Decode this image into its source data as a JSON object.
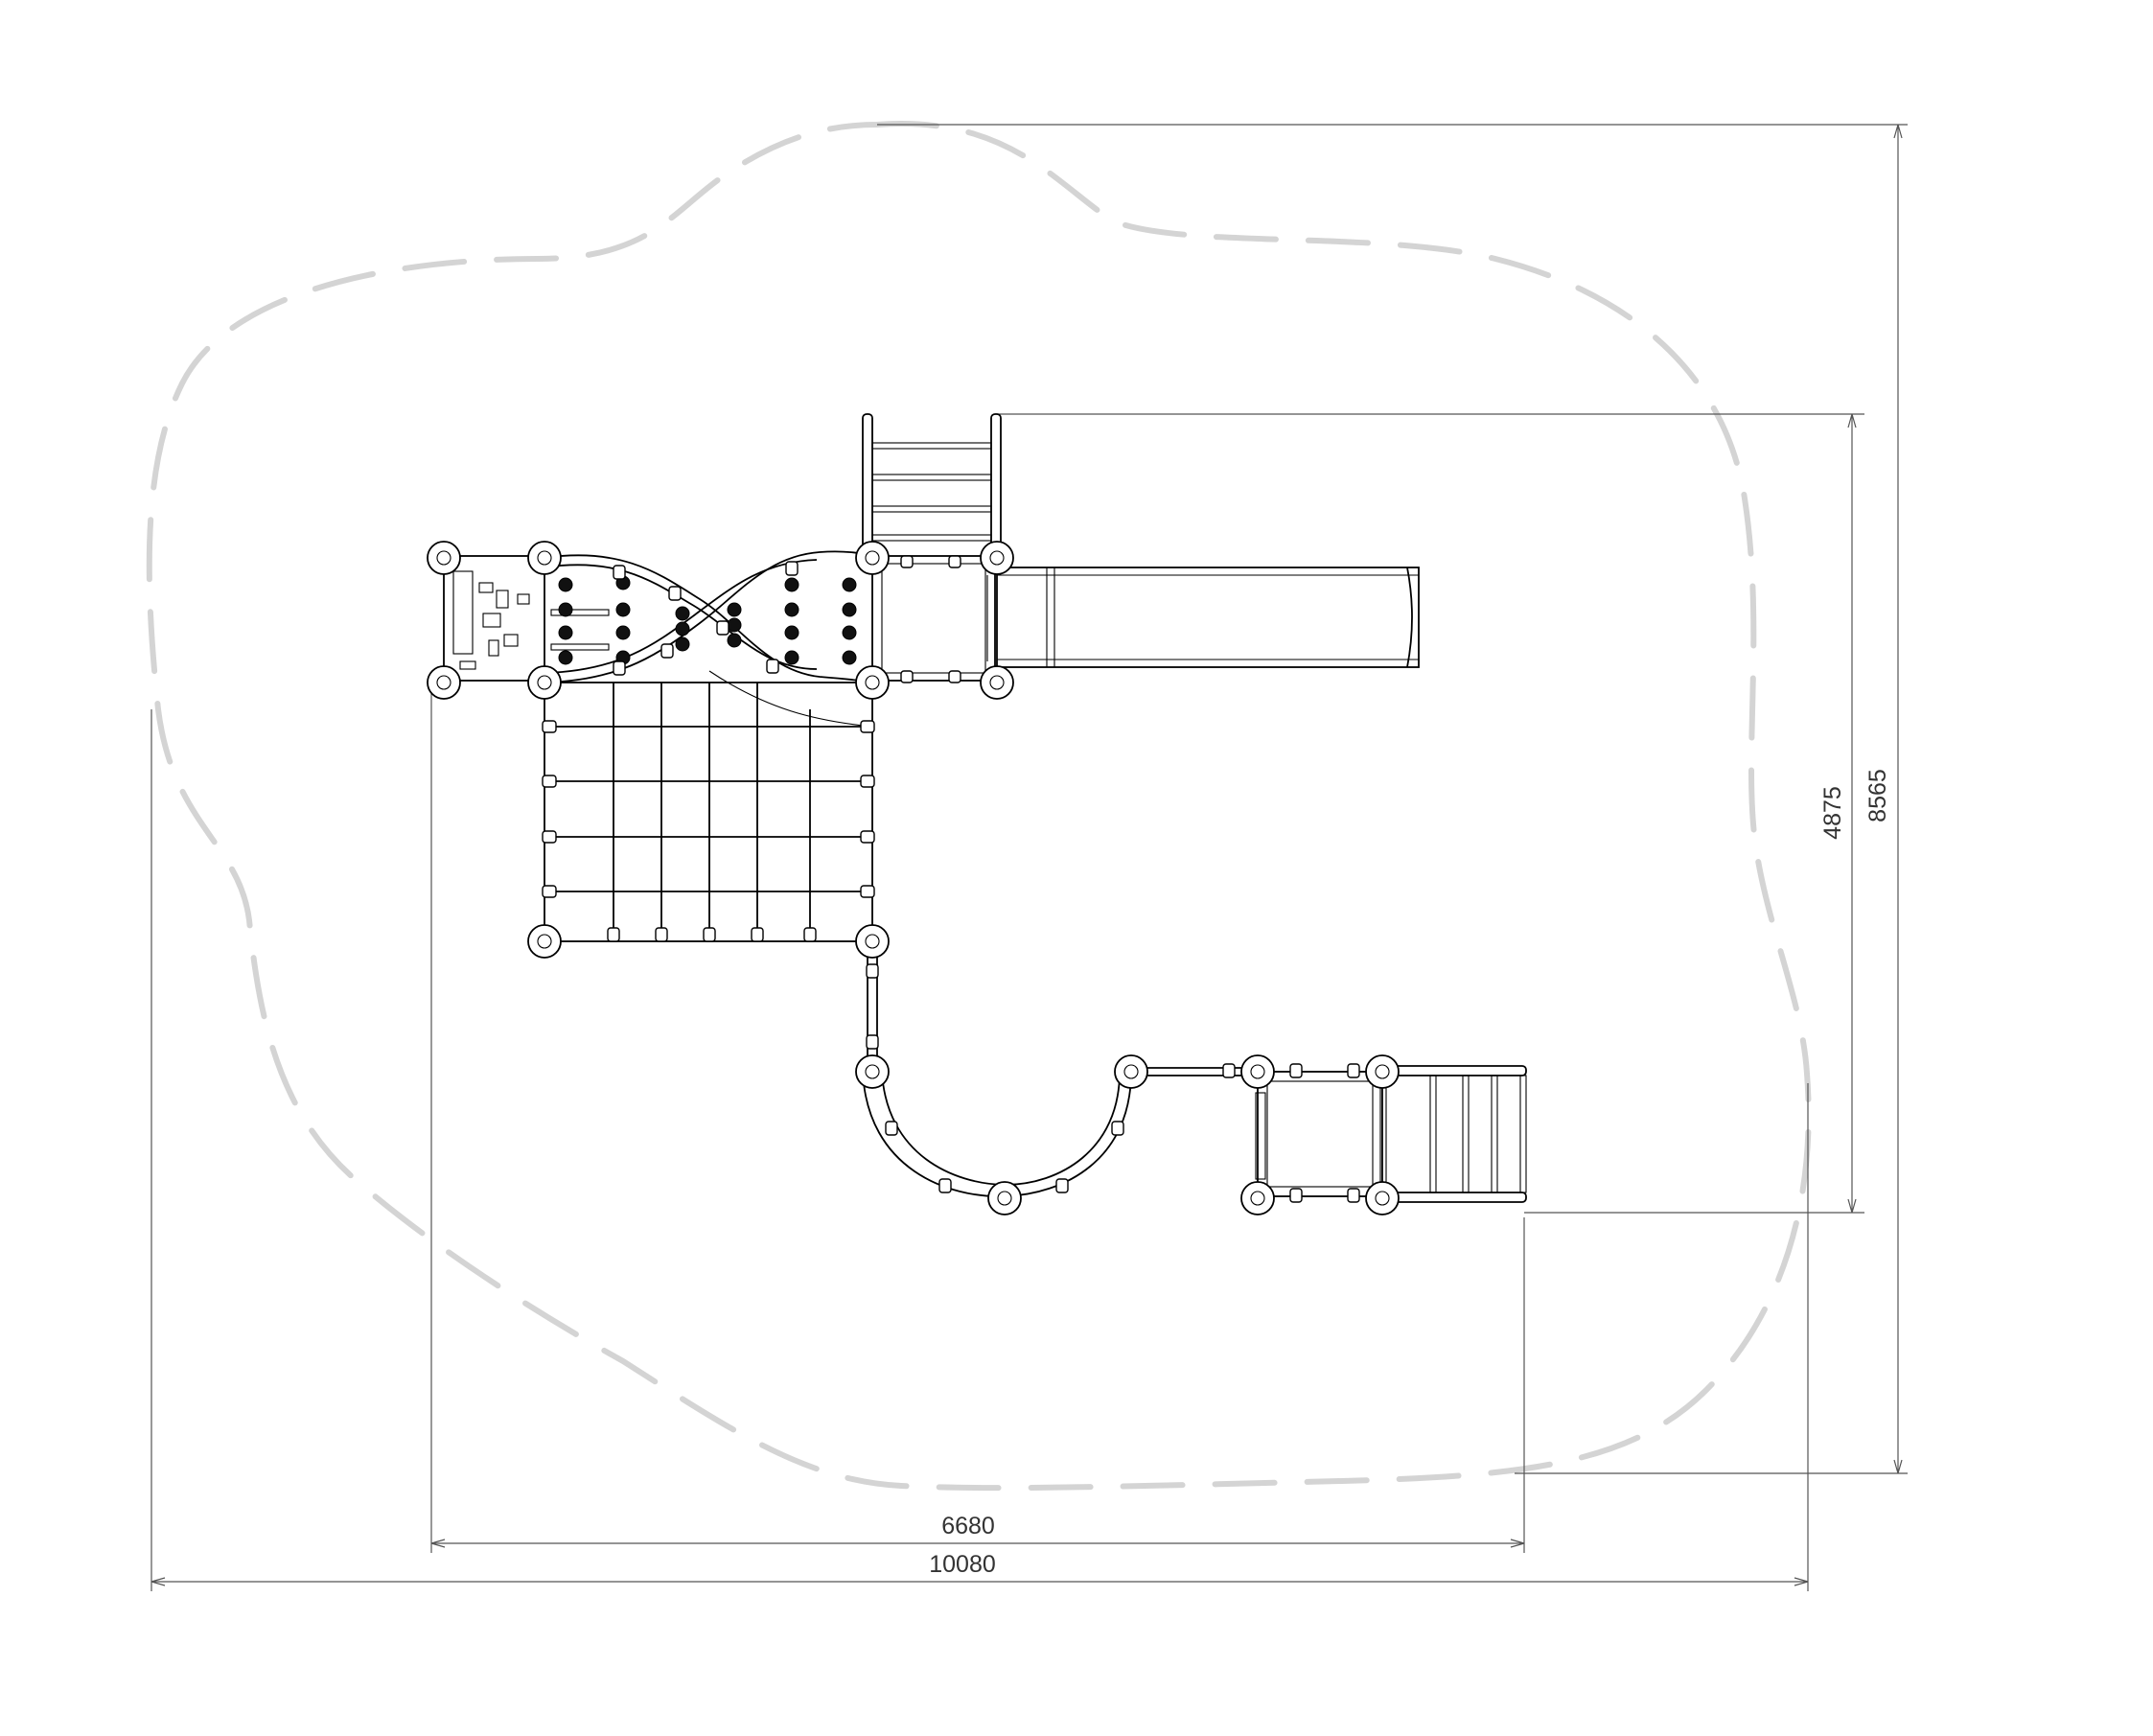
{
  "drawing": {
    "type": "playground-plan-view",
    "colors": {
      "structure": "#000000",
      "dimension_lines": "#555555",
      "safety_zone": "#d4d4d4",
      "background": "#ffffff"
    }
  },
  "dimensions": {
    "width_equipment": "6680",
    "width_safety_zone": "10080",
    "depth_equipment": "4875",
    "depth_safety_zone": "8565"
  }
}
